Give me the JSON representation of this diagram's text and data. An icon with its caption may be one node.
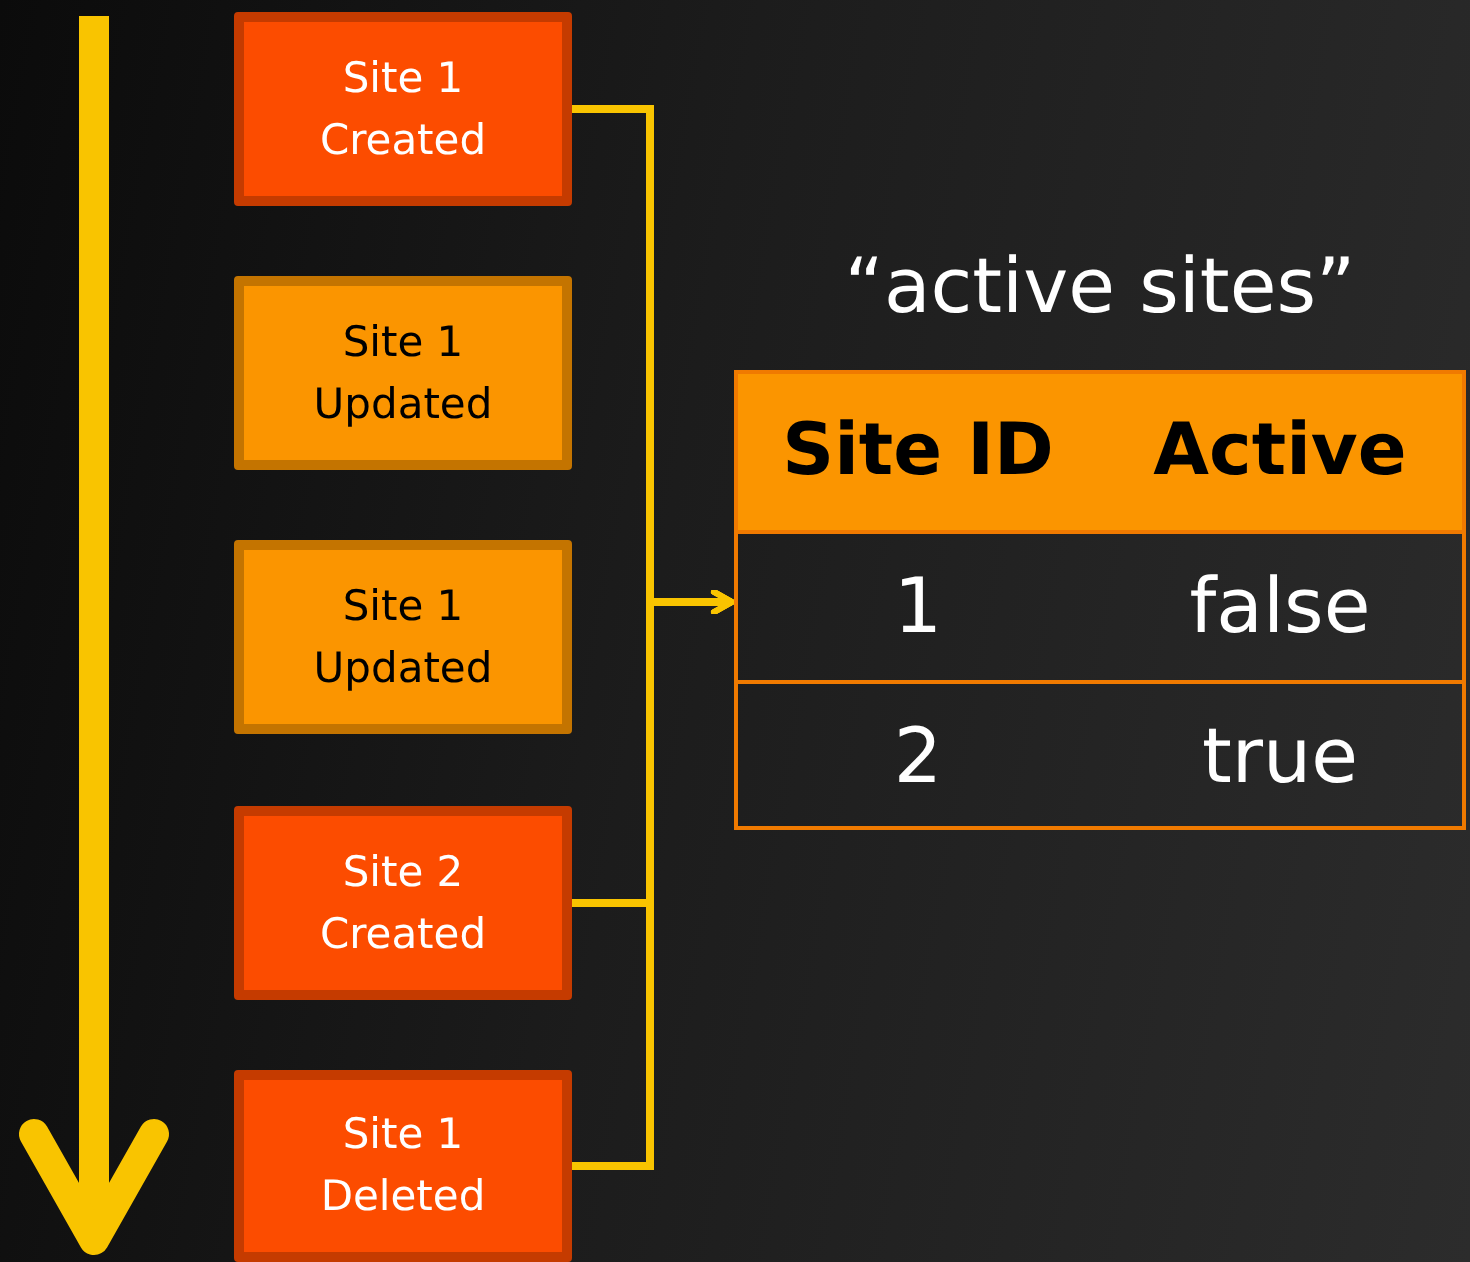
{
  "diagram": {
    "nodes": [
      {
        "text": [
          "Site 1 Created"
        ]
      },
      {
        "text": [
          "Site 1 Updated"
        ]
      },
      {
        "text": [
          "Site 1 Updated"
        ]
      },
      {
        "text": [
          "Site 2 Created"
        ]
      },
      {
        "text": [
          "Site 1 Deleted"
        ]
      },
      {
        "text": [
          "“active sites”"
        ]
      }
    ],
    "edges": [
      {
        "from": 0,
        "to": 5,
        "arrow": "to"
      },
      {
        "from": 3,
        "to": 5,
        "arrow": "to"
      },
      {
        "from": 4,
        "to": 5,
        "arrow": "to"
      }
    ],
    "labels": [
      "Site ID",
      "Active",
      "1",
      "false",
      "2",
      "true"
    ]
  }
}
